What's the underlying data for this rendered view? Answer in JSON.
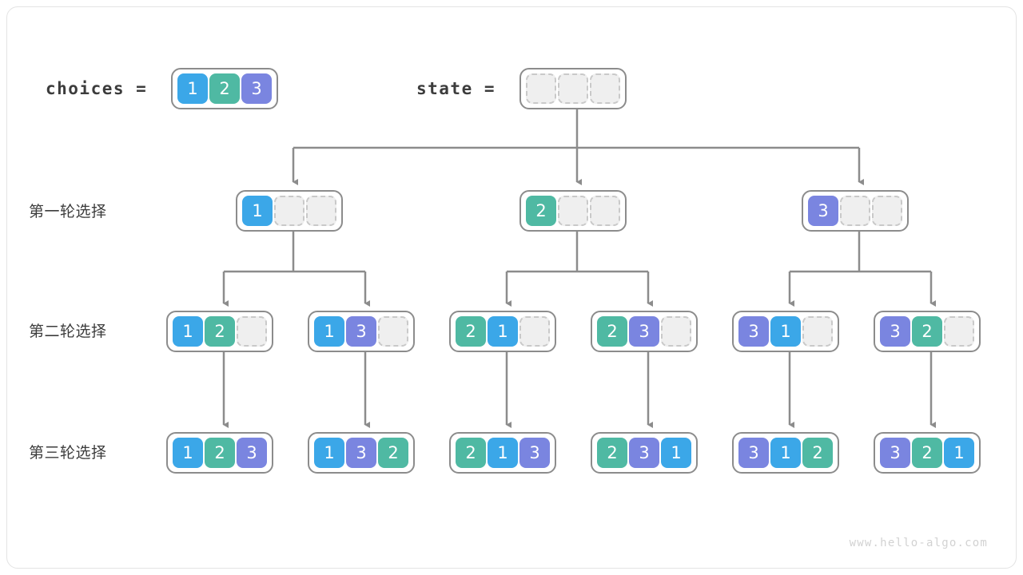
{
  "figure": {
    "watermark": "www.hello-algo.com",
    "choices_label": "choices =",
    "state_label": "state ="
  },
  "palette": {
    "value_1": "#3ba7e8",
    "value_2": "#4fb9a3",
    "value_3": "#7a85e0",
    "empty_fill": "#efefef",
    "empty_border": "#c9c9c9",
    "array_border": "#8c8c8c",
    "wire": "#8c8c8c",
    "text": "#3c3c3c",
    "watermark": "#d2d2d2"
  },
  "rows": {
    "row1_label": "第一轮选择",
    "row2_label": "第二轮选择",
    "row3_label": "第三轮选择"
  },
  "arrays": {
    "choices": [
      "1",
      "2",
      "3"
    ],
    "state": [
      "",
      "",
      ""
    ],
    "level1": [
      [
        "1",
        "",
        ""
      ],
      [
        "2",
        "",
        ""
      ],
      [
        "3",
        "",
        ""
      ]
    ],
    "level2": [
      [
        "1",
        "2",
        ""
      ],
      [
        "1",
        "3",
        ""
      ],
      [
        "2",
        "1",
        ""
      ],
      [
        "2",
        "3",
        ""
      ],
      [
        "3",
        "1",
        ""
      ],
      [
        "3",
        "2",
        ""
      ]
    ],
    "level3": [
      [
        "1",
        "2",
        "3"
      ],
      [
        "1",
        "3",
        "2"
      ],
      [
        "2",
        "1",
        "3"
      ],
      [
        "2",
        "3",
        "1"
      ],
      [
        "3",
        "1",
        "2"
      ],
      [
        "3",
        "2",
        "1"
      ]
    ]
  },
  "cells": {
    "choices_0": "1",
    "choices_1": "2",
    "choices_2": "3",
    "l1_0_0": "1",
    "l1_0_1": "",
    "l1_0_2": "",
    "l1_1_0": "2",
    "l1_1_1": "",
    "l1_1_2": "",
    "l1_2_0": "3",
    "l1_2_1": "",
    "l1_2_2": "",
    "l2_0_0": "1",
    "l2_0_1": "2",
    "l2_0_2": "",
    "l2_1_0": "1",
    "l2_1_1": "3",
    "l2_1_2": "",
    "l2_2_0": "2",
    "l2_2_1": "1",
    "l2_2_2": "",
    "l2_3_0": "2",
    "l2_3_1": "3",
    "l2_3_2": "",
    "l2_4_0": "3",
    "l2_4_1": "1",
    "l2_4_2": "",
    "l2_5_0": "3",
    "l2_5_1": "2",
    "l2_5_2": "",
    "l3_0_0": "1",
    "l3_0_1": "2",
    "l3_0_2": "3",
    "l3_1_0": "1",
    "l3_1_1": "3",
    "l3_1_2": "2",
    "l3_2_0": "2",
    "l3_2_1": "1",
    "l3_2_2": "3",
    "l3_3_0": "2",
    "l3_3_1": "3",
    "l3_3_2": "1",
    "l3_4_0": "3",
    "l3_4_1": "1",
    "l3_4_2": "2",
    "l3_5_0": "3",
    "l3_5_1": "2",
    "l3_5_2": "1"
  }
}
